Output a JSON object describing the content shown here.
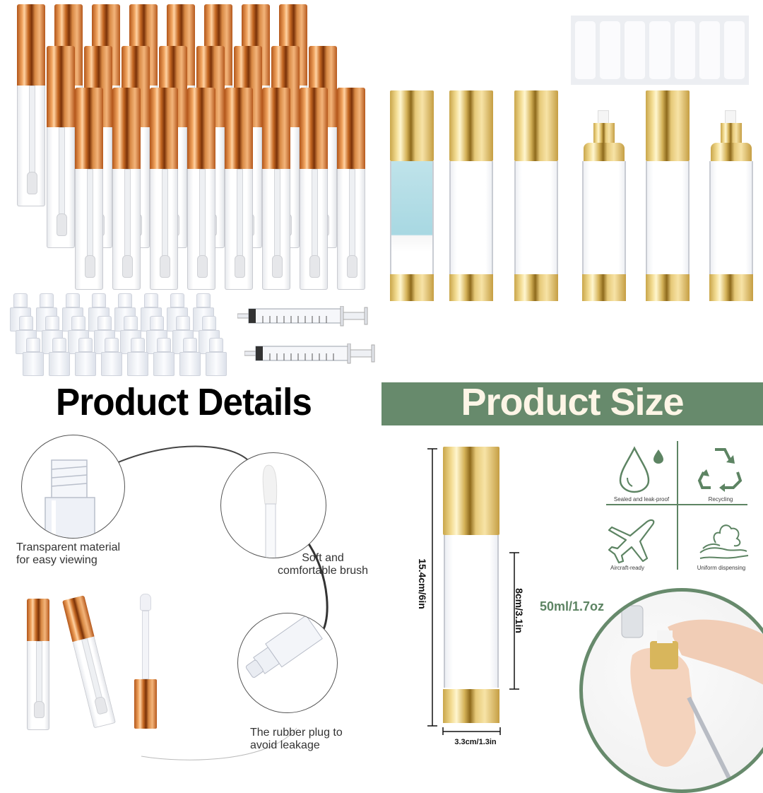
{
  "headings": {
    "details": "Product Details",
    "size": "Product Size"
  },
  "details_captions": {
    "transparent": [
      "Transparent material",
      "for easy viewing"
    ],
    "brush": [
      "Soft and",
      "comfortable brush"
    ],
    "plug": [
      "The rubber plug to",
      "avoid leakage"
    ]
  },
  "dimensions": {
    "total_height": "15.4cm/6in",
    "body_height": "8cm/3.1in",
    "width": "3.3cm/1.3in",
    "capacity": "50ml/1.7oz"
  },
  "features": [
    {
      "label": "Sealed and leak-proof",
      "icon": "water-drop-icon"
    },
    {
      "label": "Recycling",
      "icon": "recycle-icon"
    },
    {
      "label": "Aircraft-ready",
      "icon": "airplane-icon"
    },
    {
      "label": "Uniform dispensing",
      "icon": "hand-foam-icon"
    }
  ],
  "colors": {
    "accent_green": "#678a6c",
    "heading_cream": "#fdf5e6",
    "copper": "#c76a24",
    "gold": "#d5b359"
  },
  "counts": {
    "lip_gloss_tubes": 24,
    "airless_bottles": 6,
    "rubber_plugs": 24,
    "syringes": 2,
    "label_stickers": 7
  }
}
